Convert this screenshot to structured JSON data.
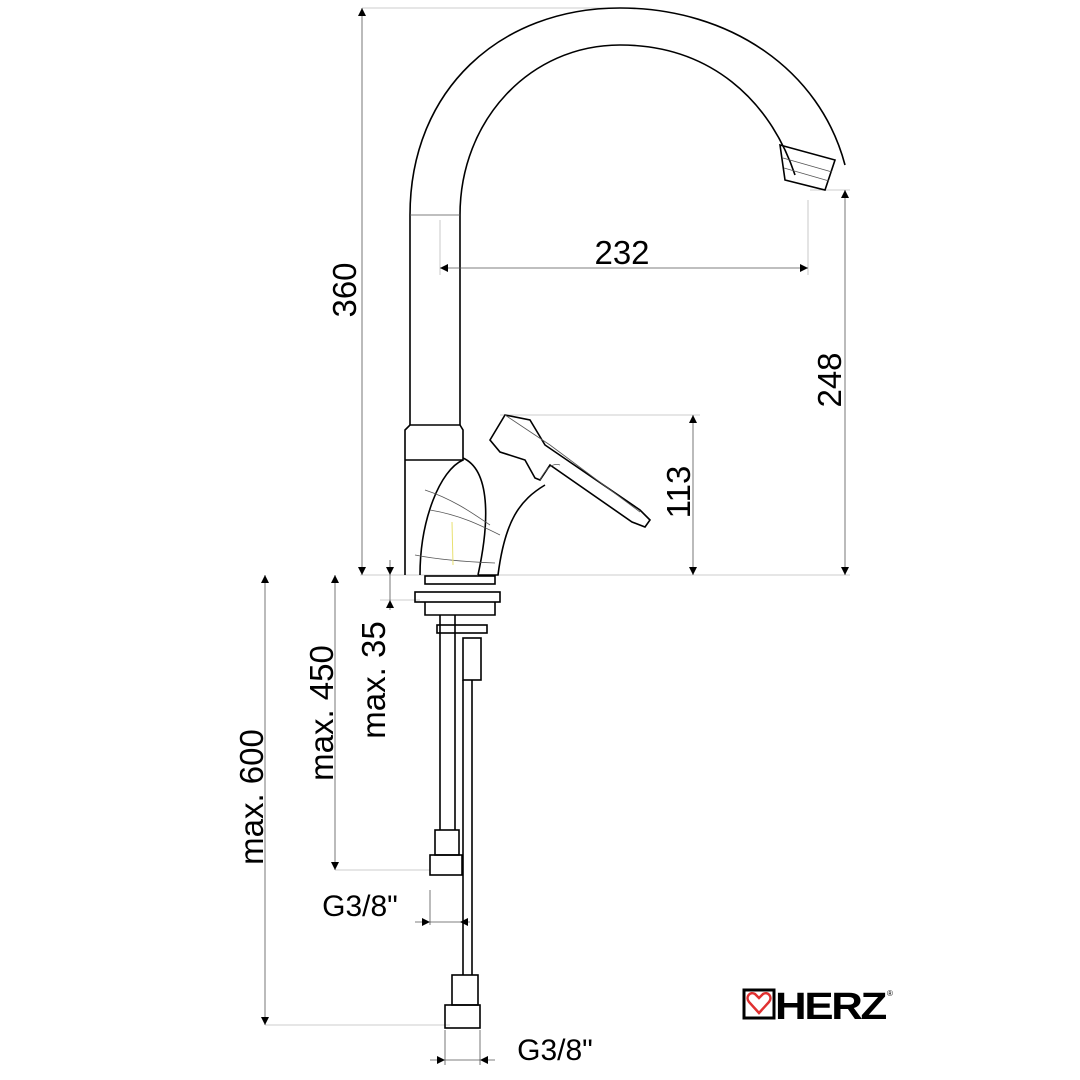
{
  "dimensions": {
    "height_total": "360",
    "reach": "232",
    "spout_height": "248",
    "lever_height": "113",
    "max_deck": "max. 35",
    "max_hose_short": "max. 450",
    "max_hose_long": "max. 600",
    "thread_1": "G3/8\"",
    "thread_2": "G3/8\""
  },
  "logo": {
    "text": "HERZ",
    "registered": "®",
    "heart_color": "#e03030"
  }
}
